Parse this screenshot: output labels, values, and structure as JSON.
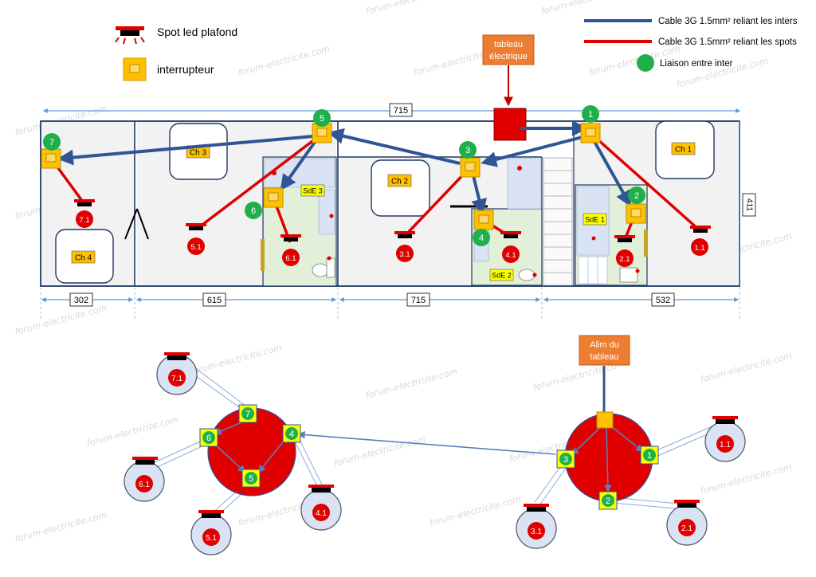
{
  "legend": {
    "spot_label": "Spot led plafond",
    "switch_label": "interrupteur",
    "cable_inters_label": "Cable 3G 1.5mm² reliant les inters",
    "cable_spots_label": "Cable 3G 1.5mm² reliant les spots",
    "liaison_label": "Liaison entre inter"
  },
  "panel": {
    "label_line1": "tableau",
    "label_line2": "électrique"
  },
  "alim": {
    "label_line1": "Alim du",
    "label_line2": "tableau"
  },
  "dimensions": {
    "total": "715",
    "height": "411",
    "seg1": "302",
    "seg2": "615",
    "seg3": "715",
    "seg4": "532"
  },
  "rooms": {
    "ch1": "Ch 1",
    "ch2": "Ch 2",
    "ch3": "Ch 3",
    "ch4": "Ch 4",
    "sde1": "SdE 1",
    "sde2": "SdE 2",
    "sde3": "SdE 3"
  },
  "switches": [
    "1",
    "2",
    "3",
    "4",
    "5",
    "6",
    "7"
  ],
  "spots": [
    "1.1",
    "2.1",
    "3.1",
    "4.1",
    "5.1",
    "6.1",
    "7.1"
  ],
  "watermark": "forum-electricite.com",
  "colors": {
    "inter_cable": "#2f5597",
    "spot_cable": "#e00000",
    "switch": "#ffc000",
    "liaison": "#1fb04b",
    "panel": "#e00000",
    "label_box": "#ed7d31"
  }
}
